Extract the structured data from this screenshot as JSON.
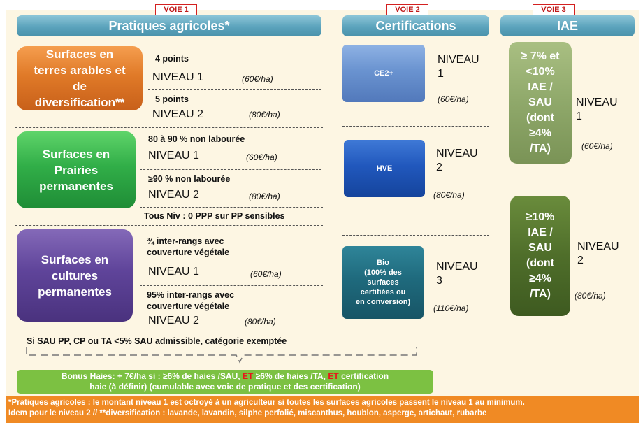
{
  "voies": [
    "VOIE 1",
    "VOIE 2",
    "VOIE 3"
  ],
  "headers": {
    "pratiques": "Pratiques agricoles*",
    "certifications": "Certifications",
    "iae": "IAE"
  },
  "categories": {
    "terres_arables": [
      "Surfaces en",
      "terres arables et",
      "de",
      "diversification**"
    ],
    "prairies": [
      "Surfaces en",
      "Prairies",
      "permanentes"
    ],
    "cultures": [
      "Surfaces en",
      "cultures",
      "permanentes"
    ]
  },
  "terres": {
    "n1_points": "4 points",
    "n1_label": "NIVEAU 1",
    "n1_price": "(60€/ha)",
    "n2_points": "5 points",
    "n2_label": "NIVEAU 2",
    "n2_price": "(80€/ha)"
  },
  "prairies": {
    "n1_cond": "80 à 90 % non labourée",
    "n1_label": "NIVEAU 1",
    "n1_price": "(60€/ha)",
    "n2_cond": "≥90 % non labourée",
    "n2_label": "NIVEAU 2",
    "n2_price": "(80€/ha)",
    "tous": "Tous Niv : 0 PPP sur PP sensibles"
  },
  "cultures": {
    "n1_cond": [
      "¾ inter-rangs avec",
      "couverture végétale"
    ],
    "n1_label": "NIVEAU 1",
    "n1_price": "(60€/ha)",
    "n2_cond": [
      "95% inter-rangs avec",
      "couverture végétale"
    ],
    "n2_label": "NIVEAU 2",
    "n2_price": "(80€/ha)"
  },
  "exemption": "Si SAU PP, CP ou TA <5% SAU admissible, catégorie exemptée",
  "certs": {
    "ce2": {
      "name": "CE2+",
      "niveau": [
        "NIVEAU",
        "1"
      ],
      "price": "(60€/ha)"
    },
    "hve": {
      "name": "HVE",
      "niveau": [
        "NIVEAU",
        "2"
      ],
      "price": "(80€/ha)"
    },
    "bio": {
      "name": [
        "Bio",
        "(100% des",
        "surfaces",
        "certifiées ou",
        "en conversion)"
      ],
      "niveau": [
        "NIVEAU",
        "3"
      ],
      "price": "(110€/ha)"
    }
  },
  "iae": {
    "n1": {
      "box": [
        "≥ 7% et",
        "<10%",
        "IAE /",
        "SAU",
        "(dont",
        "≥4%",
        "/TA)"
      ],
      "niveau": [
        "NIVEAU",
        "1"
      ],
      "price": "(60€/ha)"
    },
    "n2": {
      "box": [
        "≥10%",
        "IAE /",
        "SAU",
        "(dont",
        "≥4%",
        "/TA)"
      ],
      "niveau": [
        "NIVEAU",
        "2"
      ],
      "price": "(80€/ha)"
    }
  },
  "bonus": {
    "part1": "Bonus Haies: + 7€/ha si : ≥6% de haies /SAU,",
    "et1": "ET",
    "part2": "≥6% de haies /TA,",
    "et2": "ET",
    "part3": "certification",
    "line2": "haie (à définir) (cumulable avec voie de pratique et des certification)"
  },
  "footer": [
    "*Pratiques agricoles : le montant niveau 1 est octroyé à un agriculteur si toutes les surfaces agricoles passent le niveau 1 au minimum.",
    "Idem pour le niveau 2    //  **diversification : lavande, lavandin, silphe perfolié, miscanthus,  houblon, asperge, artichaut, rubarbe"
  ],
  "colors": {
    "orange": "#d9691a",
    "green": "#2ea344",
    "purple": "#5a3d8c",
    "header_blue": "#5ba3bc",
    "ce2": "#5b86c4",
    "hve": "#1f56b8",
    "bio": "#1e6b80",
    "iae_light": "#8fa86a",
    "iae_dark": "#4f6e2a",
    "bonus_green": "#7cc142",
    "footer_orange": "#f08a24",
    "voie_red": "#d42020"
  }
}
